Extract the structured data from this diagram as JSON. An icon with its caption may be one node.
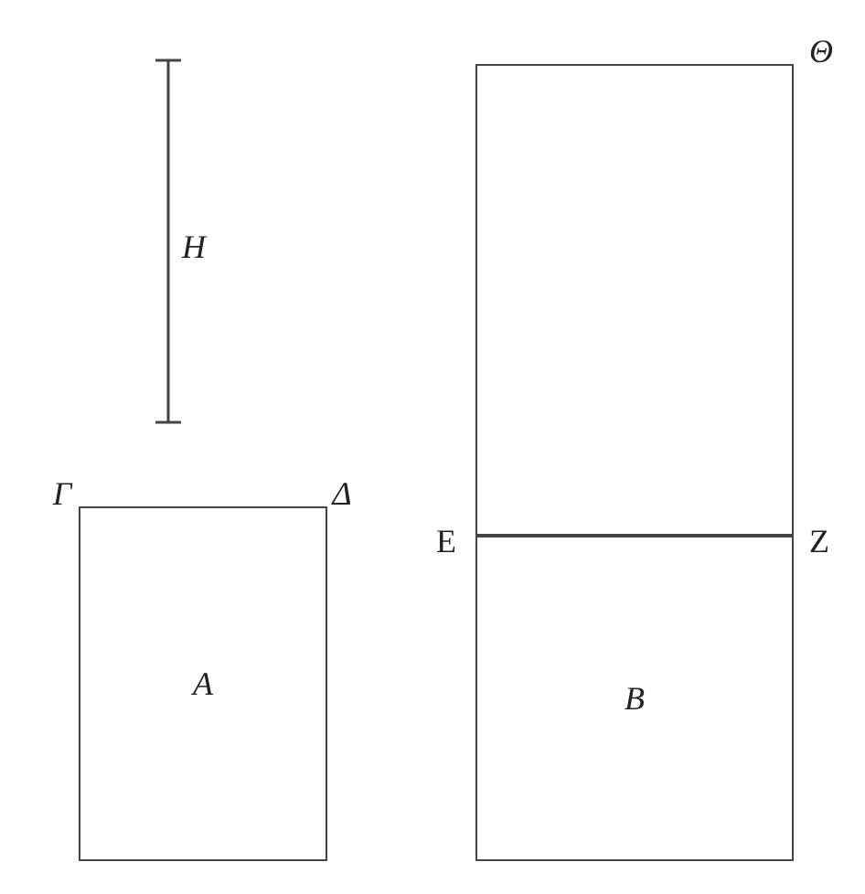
{
  "diagram": {
    "nodes": [
      {
        "text": [],
        "shape": "box"
      },
      {
        "text": [
          "A"
        ]
      },
      {
        "text": [
          "B"
        ]
      }
    ],
    "labels": [
      "Θ",
      "H",
      "Γ",
      "Δ",
      "E",
      "Z"
    ]
  }
}
